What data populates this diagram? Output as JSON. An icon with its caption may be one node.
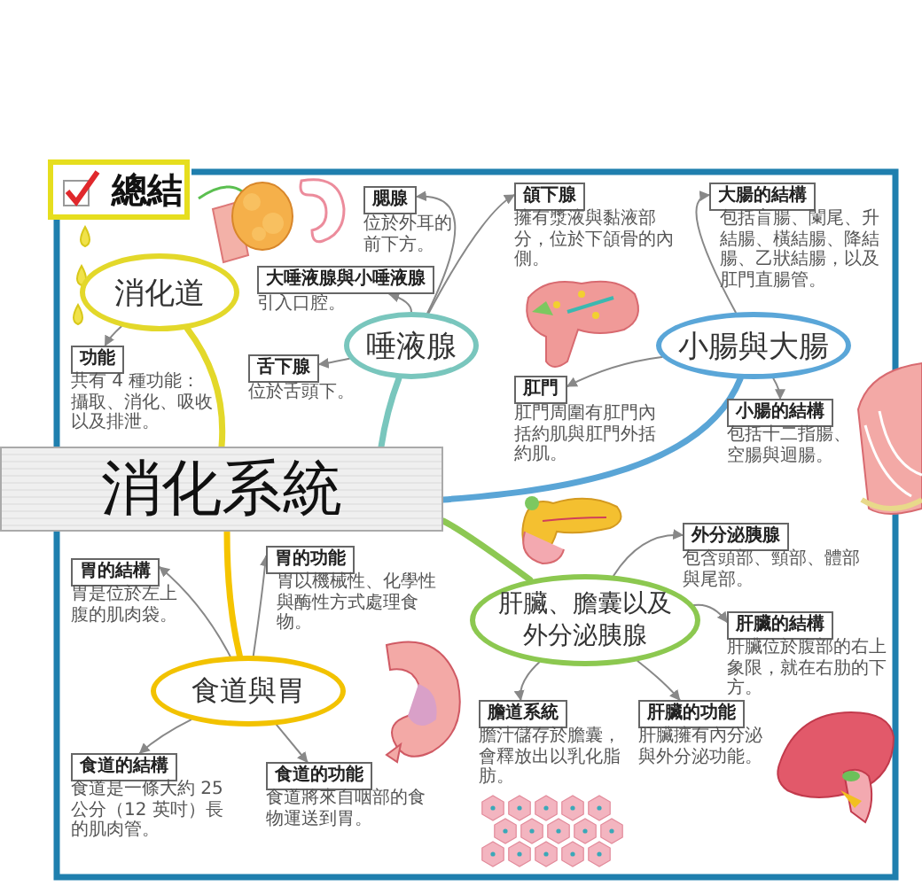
{
  "diagram": {
    "title": "總結",
    "nodes": [
      {
        "text": [
          "消化系統"
        ]
      },
      {
        "text": [
          "消化道"
        ]
      },
      {
        "text": [
          "功能"
        ],
        "beside": [
          "共有 4 種功能：攝取、消化、吸收以及排泄。"
        ]
      },
      {
        "text": [
          "大唾液腺與小唾液腺"
        ],
        "beside": [
          "引入口腔。"
        ]
      },
      {
        "text": [
          "腮腺"
        ],
        "beside": [
          "位於外耳的前下方。"
        ]
      },
      {
        "text": [
          "舌下腺"
        ],
        "beside": [
          "位於舌頭下。"
        ]
      },
      {
        "text": [
          "唾液腺"
        ]
      },
      {
        "text": [
          "頜下腺"
        ],
        "beside": [
          "擁有漿液與黏液部分，位於下頜骨的內側。"
        ]
      },
      {
        "text": [
          "大腸的結構"
        ],
        "beside": [
          "包括盲腸、闌尾、升結腸、橫結腸、降結腸、乙狀結腸，以及肛門直腸管。"
        ]
      },
      {
        "text": [
          "小腸與大腸"
        ]
      },
      {
        "text": [
          "肛門"
        ],
        "beside": [
          "肛門周圍有肛門內括約肌與肛門外括約肌。"
        ]
      },
      {
        "text": [
          "小腸的結構"
        ],
        "beside": [
          "包括十二指腸、空腸與迴腸。"
        ]
      },
      {
        "text": [
          "外分泌胰腺"
        ],
        "beside": [
          "包含頭部、頸部、體部與尾部。"
        ]
      },
      {
        "text": [
          "肝臟、膽囊以及外分泌胰腺"
        ]
      },
      {
        "text": [
          "肝臟的結構"
        ],
        "beside": [
          "肝臟位於腹部的右上象限，就在右肋的下方。"
        ]
      },
      {
        "text": [
          "膽道系統"
        ],
        "beside": [
          "膽汁儲存於膽囊，會釋放出以乳化脂肪。"
        ]
      },
      {
        "text": [
          "肝臟的功能"
        ],
        "beside": [
          "肝臟擁有內分泌與外分泌功能。"
        ]
      },
      {
        "text": [
          "胃的功能"
        ],
        "beside": [
          "胃以機械性、化學性與酶性方式處理食物。"
        ]
      },
      {
        "text": [
          "胃的結構"
        ],
        "beside": [
          "胃是位於左上腹的肌肉袋。"
        ]
      },
      {
        "text": [
          "食道與胃"
        ]
      },
      {
        "text": [
          "食道的結構"
        ],
        "beside": [
          "食道是一條大約 25 公分（12 英吋）長的肌肉管。"
        ]
      },
      {
        "text": [
          "食道的功能"
        ],
        "beside": [
          "食道將來自咽部的食物運送到胃。"
        ]
      }
    ],
    "edges": [
      {
        "from": 0,
        "to": 1,
        "arrow": "none",
        "style": "thick",
        "color": "#e3d82a"
      },
      {
        "from": 0,
        "to": 6,
        "arrow": "none",
        "style": "thick",
        "color": "#79c6bd"
      },
      {
        "from": 0,
        "to": 9,
        "arrow": "none",
        "style": "thick",
        "color": "#5aa5d6"
      },
      {
        "from": 0,
        "to": 13,
        "arrow": "none",
        "style": "thick",
        "color": "#8dc853"
      },
      {
        "from": 0,
        "to": 19,
        "arrow": "none",
        "style": "thick",
        "color": "#f5c400"
      },
      {
        "from": 1,
        "to": 2,
        "arrow": "to"
      },
      {
        "from": 6,
        "to": 3,
        "arrow": "to"
      },
      {
        "from": 6,
        "to": 4,
        "arrow": "to"
      },
      {
        "from": 6,
        "to": 5,
        "arrow": "to"
      },
      {
        "from": 6,
        "to": 7,
        "arrow": "to"
      },
      {
        "from": 9,
        "to": 8,
        "arrow": "to"
      },
      {
        "from": 9,
        "to": 10,
        "arrow": "to"
      },
      {
        "from": 9,
        "to": 11,
        "arrow": "to"
      },
      {
        "from": 13,
        "to": 12,
        "arrow": "to"
      },
      {
        "from": 13,
        "to": 14,
        "arrow": "to"
      },
      {
        "from": 13,
        "to": 15,
        "arrow": "to"
      },
      {
        "from": 13,
        "to": 16,
        "arrow": "to"
      },
      {
        "from": 19,
        "to": 17,
        "arrow": "to"
      },
      {
        "from": 19,
        "to": 18,
        "arrow": "to"
      },
      {
        "from": 19,
        "to": 20,
        "arrow": "to"
      },
      {
        "from": 19,
        "to": 21,
        "arrow": "to"
      }
    ]
  }
}
